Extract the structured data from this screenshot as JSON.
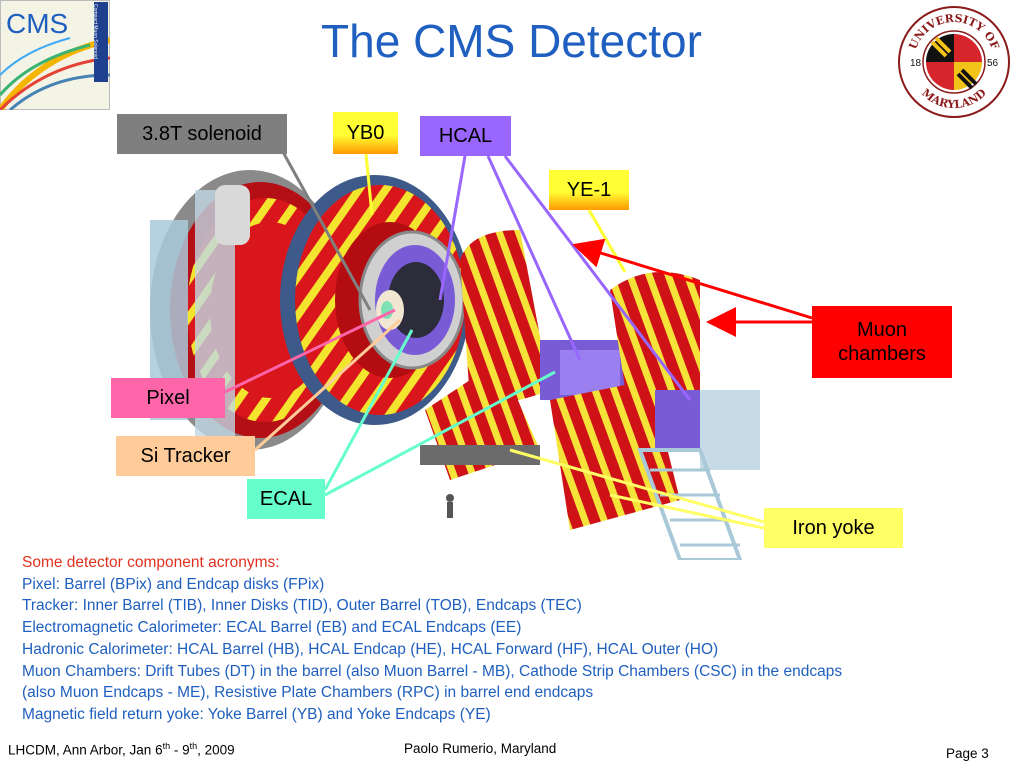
{
  "slide": {
    "title": "The CMS Detector"
  },
  "logos": {
    "cms": {
      "text": "CMS",
      "side_text": "Compact Muon Solenoid"
    },
    "umd": {
      "top": "UNIVERSITY OF",
      "bottom": "MARYLAND",
      "year_left": "18",
      "year_right": "56"
    }
  },
  "labels": {
    "solenoid": "3.8T solenoid",
    "yb0": "YB0",
    "hcal": "HCAL",
    "ye1": "YE-1",
    "muon_line1": "Muon",
    "muon_line2": "chambers",
    "pixel": "Pixel",
    "si_tracker": "Si Tracker",
    "ecal": "ECAL",
    "iron_yoke": "Iron yoke"
  },
  "colors": {
    "title": "#1f5fbf",
    "notes_text": "#1f5fbf",
    "notes_heading": "#e0301e",
    "solenoid_box": "#7f7f7f",
    "yb0_box": "#ffff33",
    "hcal_box": "#9966ff",
    "ye1_box": "#ffff33",
    "muon_box": "#ff0000",
    "pixel_box": "#ff66aa",
    "si_tracker_box": "#ffcc99",
    "ecal_box": "#66ffcc",
    "iron_yoke_box": "#ffff66"
  },
  "notes": [
    "Some detector component acronyms:",
    "Pixel: Barrel (BPix) and Endcap disks (FPix)",
    "Tracker: Inner Barrel (TIB), Inner Disks (TID), Outer Barrel (TOB), Endcaps (TEC)",
    "Electromagnetic Calorimeter:  ECAL Barrel (EB) and ECAL Endcaps (EE)",
    "Hadronic Calorimeter: HCAL Barrel (HB), HCAL Endcap (HE), HCAL Forward (HF), HCAL Outer (HO)",
    "Muon Chambers: Drift Tubes (DT) in the barrel (also Muon Barrel - MB), Cathode Strip Chambers (CSC) in the endcaps",
    "(also Muon Endcaps - ME), Resistive Plate Chambers (RPC) in barrel end endcaps",
    "Magnetic field return yoke: Yoke Barrel (YB) and Yoke Endcaps (YE)"
  ],
  "footer": {
    "left_prefix": "LHCDM, Ann Arbor, Jan 6",
    "left_sup1": "th",
    "left_mid": " - 9",
    "left_sup2": "th",
    "left_suffix": ", 2009",
    "center": "Paolo Rumerio,  Maryland",
    "right": "Page 3"
  }
}
